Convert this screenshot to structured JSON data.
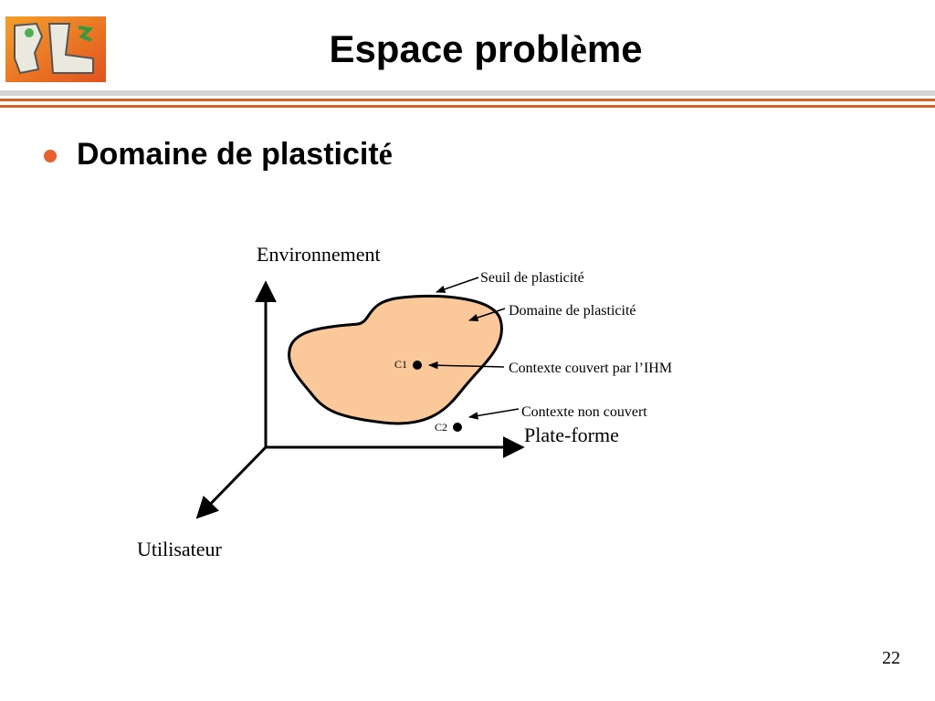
{
  "slide": {
    "title_main": "Espace probl",
    "title_accent": "è",
    "title_tail": "me",
    "bullet_text": "Domaine de plasticit",
    "bullet_accent": "é",
    "page_number": "22"
  },
  "diagram": {
    "axes": {
      "y_label": "Environnement",
      "x_label": "Plate-forme",
      "z_label": "Utilisateur"
    },
    "annotations": {
      "threshold": "Seuil de plasticité",
      "domain": "Domaine de plasticité",
      "covered": "Contexte couvert par l’IHM",
      "not_covered": "Contexte non couvert"
    },
    "points": {
      "c1": "C1",
      "c2": "C2"
    },
    "colors": {
      "domain_fill": "#fbc89a",
      "outline": "#000000"
    }
  },
  "colors": {
    "accent": "#e8602c",
    "rule": "#d2642a"
  }
}
